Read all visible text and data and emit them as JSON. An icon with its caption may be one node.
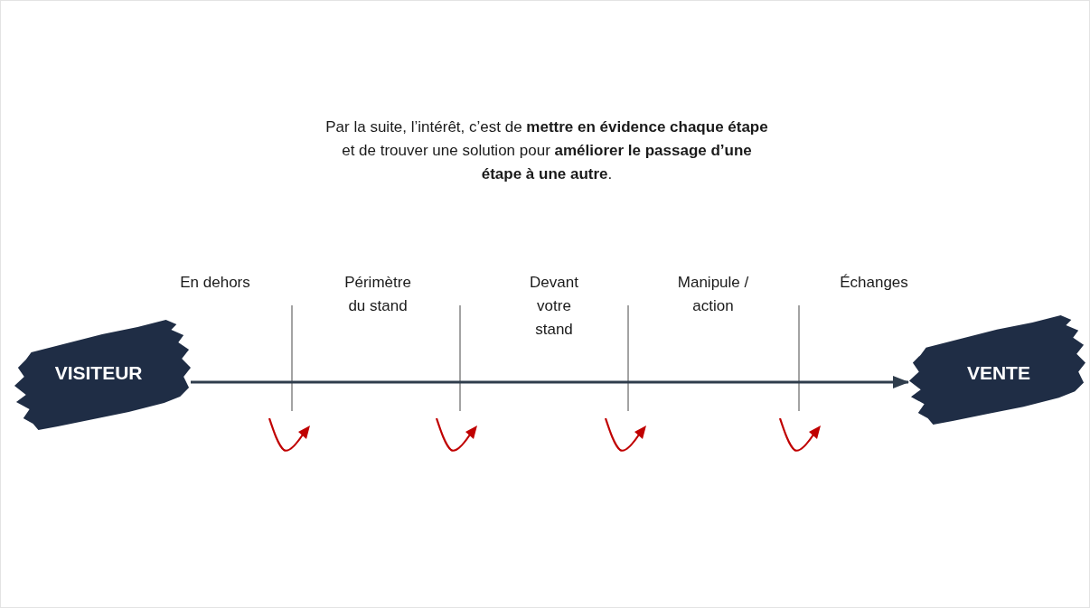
{
  "diagram": {
    "nodes": [
      {
        "text": [
          "VISITEUR"
        ]
      },
      {
        "text": [
          "VENTE"
        ]
      }
    ],
    "edges": [
      {
        "from": 0,
        "to": 1,
        "arrow": "to"
      }
    ],
    "labels": [
      "Par la suite, l’intérêt, c’est de **mettre en évidence chaque étape** et de trouver une solution pour **améliorer le passage d’une étape à une autre**.",
      "En dehors",
      "Périmètre du stand",
      "Devant votre stand",
      "Manipule / action",
      "Échanges"
    ]
  }
}
